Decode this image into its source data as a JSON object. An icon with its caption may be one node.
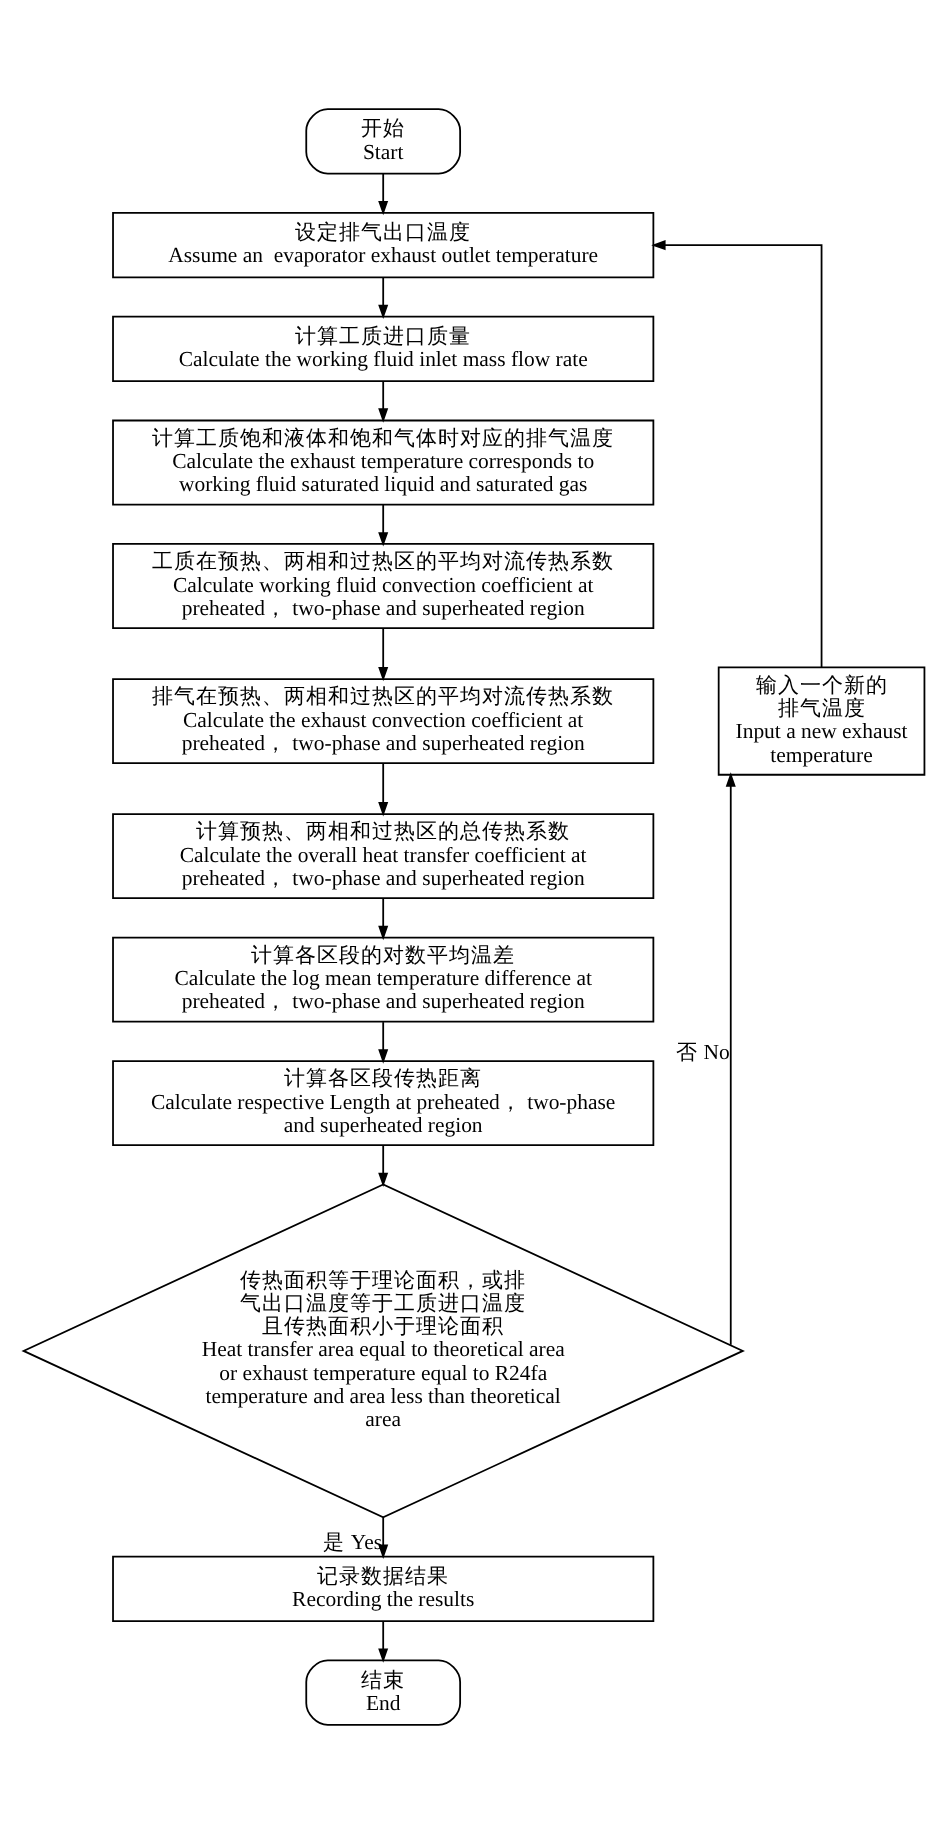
{
  "diagram": {
    "nodes": [
      {
        "text": [
          "开始",
          "Start"
        ]
      },
      {
        "text": [
          "设定排气出口温度",
          "Assume an  evaporator exhaust outlet temperature"
        ]
      },
      {
        "text": [
          "计算工质进口质量",
          "Calculate the working fluid inlet mass flow rate"
        ]
      },
      {
        "text": [
          "计算工质饱和液体和饱和气体时对应的排气温度",
          "Calculate the exhaust temperature corresponds to working fluid saturated liquid and saturated gas"
        ]
      },
      {
        "text": [
          "工质在预热、两相和过热区的平均对流传热系数",
          "Calculate working fluid convection coefficient at preheated， two-phase and superheated region"
        ]
      },
      {
        "text": [
          "排气在预热、两相和过热区的平均对流传热系数",
          "Calculate the exhaust convection coefficient at preheated， two-phase and superheated region"
        ]
      },
      {
        "text": [
          "计算预热、两相和过热区的总传热系数",
          "Calculate the overall heat transfer coefficient at preheated， two-phase and superheated region"
        ]
      },
      {
        "text": [
          "计算各区段的对数平均温差",
          "Calculate the log mean temperature difference at preheated， two-phase and superheated region"
        ]
      },
      {
        "text": [
          "计算各区段传热距离",
          "Calculate respective Length at preheated， two-phase and superheated region"
        ]
      },
      {
        "text": [
          "传热面积等于理论面积，或排气出口温度等于工质进口温度且传热面积小于理论面积",
          "Heat transfer area equal to theoretical area or exhaust temperature equal to R24fa temperature and area less than theoretical area"
        ]
      },
      {
        "text": [
          "输入一个新的排气温度",
          "Input a new exhaust temperature"
        ]
      },
      {
        "text": [
          "记录数据结果",
          "Recording the results"
        ]
      },
      {
        "text": [
          "结束",
          "End"
        ]
      }
    ],
    "edges": [
      {
        "from": 0,
        "to": 1,
        "arrow": "to"
      },
      {
        "from": 1,
        "to": 2,
        "arrow": "to"
      },
      {
        "from": 2,
        "to": 3,
        "arrow": "to"
      },
      {
        "from": 3,
        "to": 4,
        "arrow": "to"
      },
      {
        "from": 4,
        "to": 5,
        "arrow": "to"
      },
      {
        "from": 5,
        "to": 6,
        "arrow": "to"
      },
      {
        "from": 6,
        "to": 7,
        "arrow": "to"
      },
      {
        "from": 7,
        "to": 8,
        "arrow": "to"
      },
      {
        "from": 8,
        "to": 9,
        "arrow": "to"
      },
      {
        "from": 9,
        "to": 10,
        "arrow": "to",
        "label": "否 No"
      },
      {
        "from": 10,
        "to": 1,
        "arrow": "to"
      },
      {
        "from": 9,
        "to": 11,
        "arrow": "to",
        "label": "是 Yes"
      },
      {
        "from": 11,
        "to": 12,
        "arrow": "to"
      }
    ]
  }
}
